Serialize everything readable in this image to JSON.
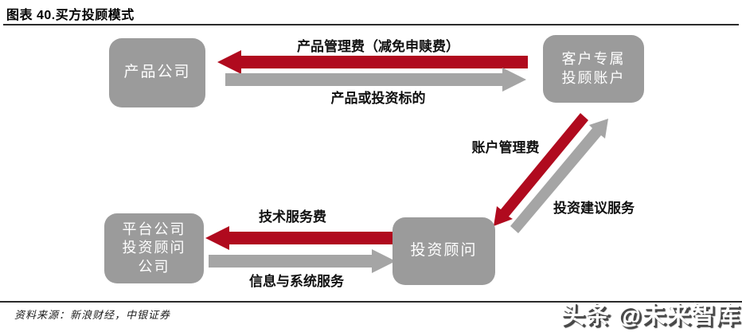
{
  "header": {
    "title": "图表 40.买方投顾模式"
  },
  "diagram": {
    "nodes": {
      "product_company": {
        "lines": [
          "产品公司"
        ]
      },
      "client_account": {
        "lines": [
          "客户专属",
          "投顾账户"
        ]
      },
      "platform_company": {
        "lines": [
          "平台公司",
          "投资顾问",
          "公司"
        ]
      },
      "investment_advisor": {
        "lines": [
          "投资顾问"
        ]
      }
    },
    "edge_labels": {
      "product_mgmt_fee": "产品管理费（减免申赎费）",
      "product_or_target": "产品或投资标的",
      "account_mgmt_fee": "账户管理费",
      "investment_advice_service": "投资建议服务",
      "tech_service_fee": "技术服务费",
      "info_system_service": "信息与系统服务"
    },
    "colors": {
      "red_arrow": "#b00a1e",
      "gray_arrow": "#a5a5a5",
      "node_fill": "#9b9b9b"
    }
  },
  "footer": {
    "source": "资料来源：新浪财经，中银证券",
    "watermark": "头条 @未来智库"
  }
}
